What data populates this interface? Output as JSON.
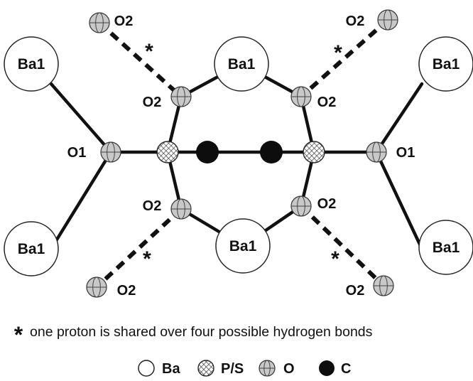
{
  "atoms": {
    "ba_top_left": "Ba1",
    "ba_top_center": "Ba1",
    "ba_top_right": "Ba1",
    "ba_bottom_left": "Ba1",
    "ba_bottom_center": "Ba1",
    "ba_bottom_right": "Ba1",
    "o1_left": "O1",
    "o1_right": "O1",
    "o2_ring_upper_left": "O2",
    "o2_ring_upper_right": "O2",
    "o2_ring_lower_left": "O2",
    "o2_ring_lower_right": "O2",
    "o2_far_upper_left": "O2",
    "o2_far_upper_right": "O2",
    "o2_far_lower_left": "O2",
    "o2_far_lower_right": "O2"
  },
  "hbond_marker": "*",
  "footnote": {
    "marker": "*",
    "text": "one proton is shared over four possible hydrogen bonds"
  },
  "legend": {
    "ba": "Ba",
    "ps": "P/S",
    "o": "O",
    "c": "C"
  },
  "colors": {
    "ink": "#111111",
    "oxygen_fill": "#c8c8c8",
    "barium_fill": "#ffffff",
    "carbon_fill": "#0d0d0d"
  }
}
